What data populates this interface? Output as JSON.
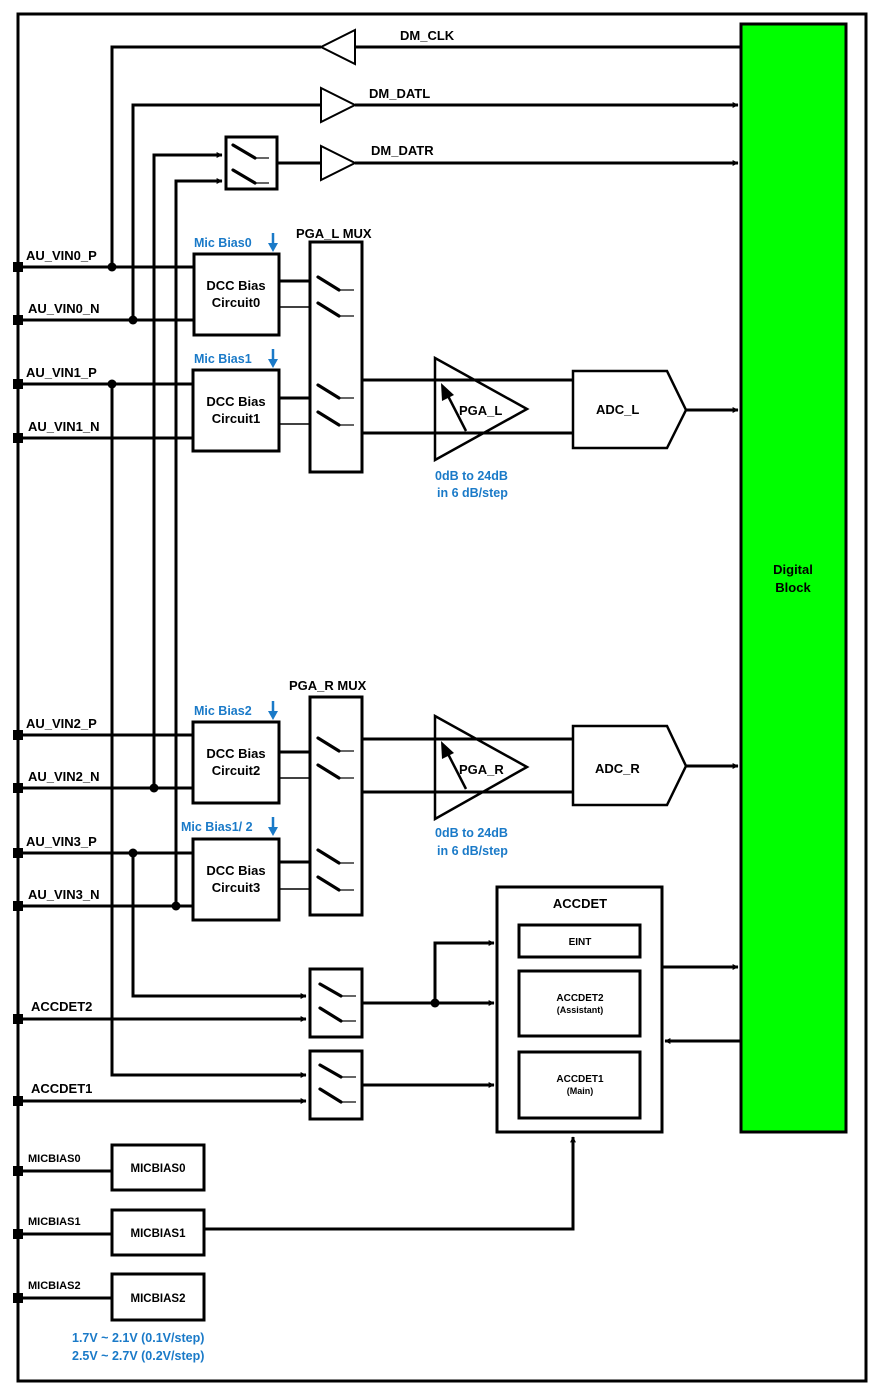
{
  "colors": {
    "digital_block_fill": "#00ff00",
    "annotation_blue": "#1a7ac8",
    "line": "#000000"
  },
  "digital": {
    "signals": {
      "dm_clk": "DM_CLK",
      "dm_datl": "DM_DATL",
      "dm_datr": "DM_DATR"
    },
    "block_line1": "Digital",
    "block_line2": "Block"
  },
  "pins": {
    "au_vin0_p": "AU_VIN0_P",
    "au_vin0_n": "AU_VIN0_N",
    "au_vin1_p": "AU_VIN1_P",
    "au_vin1_n": "AU_VIN1_N",
    "au_vin2_p": "AU_VIN2_P",
    "au_vin2_n": "AU_VIN2_N",
    "au_vin3_p": "AU_VIN3_P",
    "au_vin3_n": "AU_VIN3_N",
    "accdet2": "ACCDET2",
    "accdet1": "ACCDET1",
    "micbias0": "MICBIAS0",
    "micbias1": "MICBIAS1",
    "micbias2": "MICBIAS2"
  },
  "dcc": {
    "line1": "DCC Bias",
    "circuits": [
      "Circuit0",
      "Circuit1",
      "Circuit2",
      "Circuit3"
    ],
    "mic_bias": [
      "Mic Bias0",
      "Mic Bias1",
      "Mic Bias2",
      "Mic Bias1/ 2"
    ]
  },
  "mux": {
    "left": "PGA_L MUX",
    "right": "PGA_R MUX"
  },
  "pga": {
    "left": "PGA_L",
    "right": "PGA_R",
    "gain_line1": "0dB to 24dB",
    "gain_line2": "in 6 dB/step"
  },
  "adc": {
    "left": "ADC_L",
    "right": "ADC_R"
  },
  "accdet": {
    "title": "ACCDET",
    "eint": "EINT",
    "accdet2_line1": "ACCDET2",
    "accdet2_line2": "(Assistant)",
    "accdet1_line1": "ACCDET1",
    "accdet1_line2": "(Main)"
  },
  "micbias_blocks": [
    "MICBIAS0",
    "MICBIAS1",
    "MICBIAS2"
  ],
  "micbias_range": {
    "line1": "1.7V ~ 2.1V (0.1V/step)",
    "line2": "2.5V ~ 2.7V (0.2V/step)"
  }
}
